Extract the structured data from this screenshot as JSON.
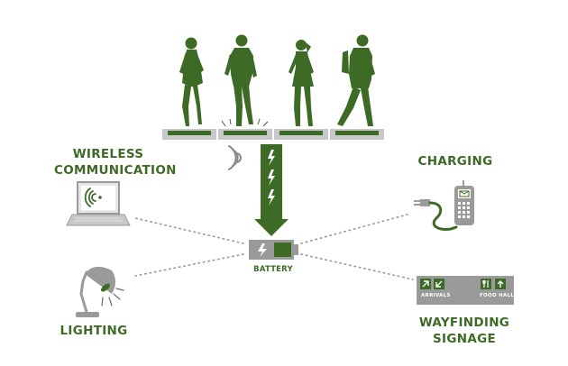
{
  "labels": {
    "wireless": [
      "WIRELESS",
      "COMMUNICATION"
    ],
    "charging": "CHARGING",
    "battery": "BATTERY",
    "lighting": "LIGHTING",
    "wayfinding": [
      "WAYFINDING",
      "SIGNAGE"
    ],
    "arrivals": "ARRIVALS",
    "food_hall": "FOOD HALL"
  },
  "colors": {
    "green": "#3d6b26",
    "gray": "#9a9a9a",
    "light_gray": "#c8c8c8",
    "dark_gray": "#6b6b6b"
  },
  "icons": [
    "walking-people-icon",
    "floor-tile-icon",
    "lightning-arrow-icon",
    "wireless-signal-icon",
    "laptop-icon",
    "battery-icon",
    "lamp-icon",
    "phone-charger-icon",
    "signage-icon"
  ]
}
